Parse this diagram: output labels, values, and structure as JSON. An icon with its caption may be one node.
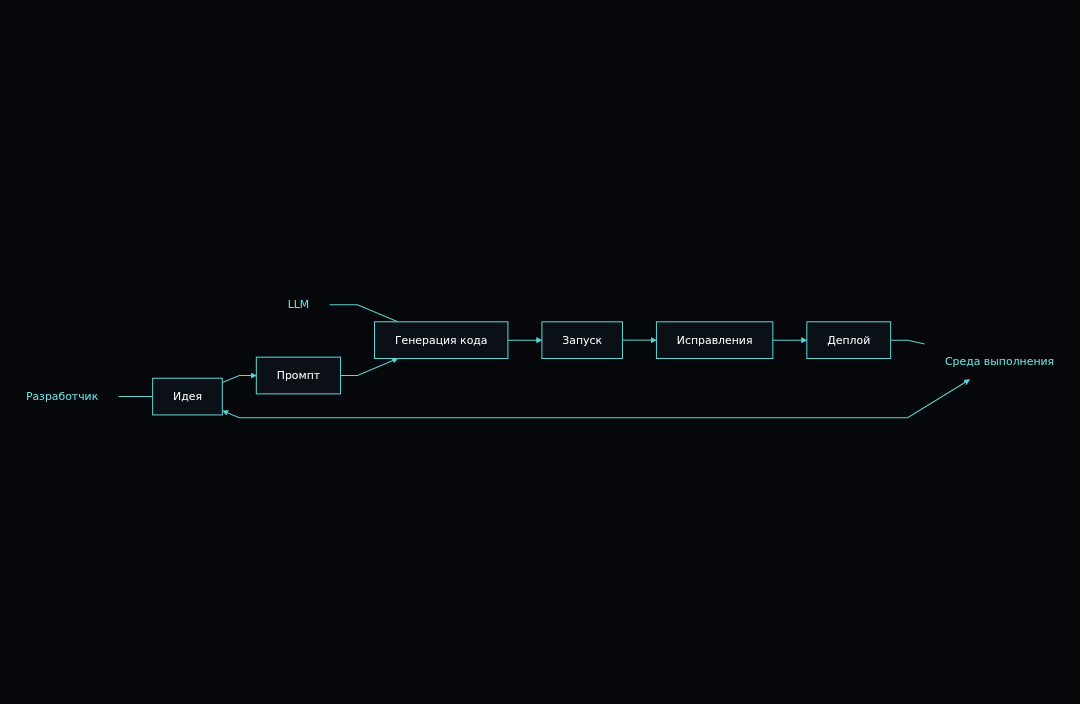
{
  "diagram": {
    "nodes": [
      {
        "text": [
          "Разработчик"
        ]
      },
      {
        "text": [
          "LLM"
        ]
      },
      {
        "text": [
          "Идея"
        ]
      },
      {
        "text": [
          "Промпт"
        ]
      },
      {
        "text": [
          "Генерация кода"
        ]
      },
      {
        "text": [
          "Запуск"
        ]
      },
      {
        "text": [
          "Исправления"
        ]
      },
      {
        "text": [
          "Деплой"
        ]
      },
      {
        "text": [
          "Среда выполнения"
        ]
      }
    ],
    "edges": [
      {
        "from": 0,
        "to": 2,
        "arrow": "none"
      },
      {
        "from": 1,
        "to": 4,
        "arrow": "none"
      },
      {
        "from": 2,
        "to": 3,
        "arrow": "to"
      },
      {
        "from": 3,
        "to": 4,
        "arrow": "to"
      },
      {
        "from": 4,
        "to": 5,
        "arrow": "to"
      },
      {
        "from": 5,
        "to": 6,
        "arrow": "to"
      },
      {
        "from": 6,
        "to": 7,
        "arrow": "to"
      },
      {
        "from": 7,
        "to": 8,
        "arrow": "none"
      },
      {
        "from": 2,
        "to": 8,
        "arrow": "both"
      }
    ]
  }
}
